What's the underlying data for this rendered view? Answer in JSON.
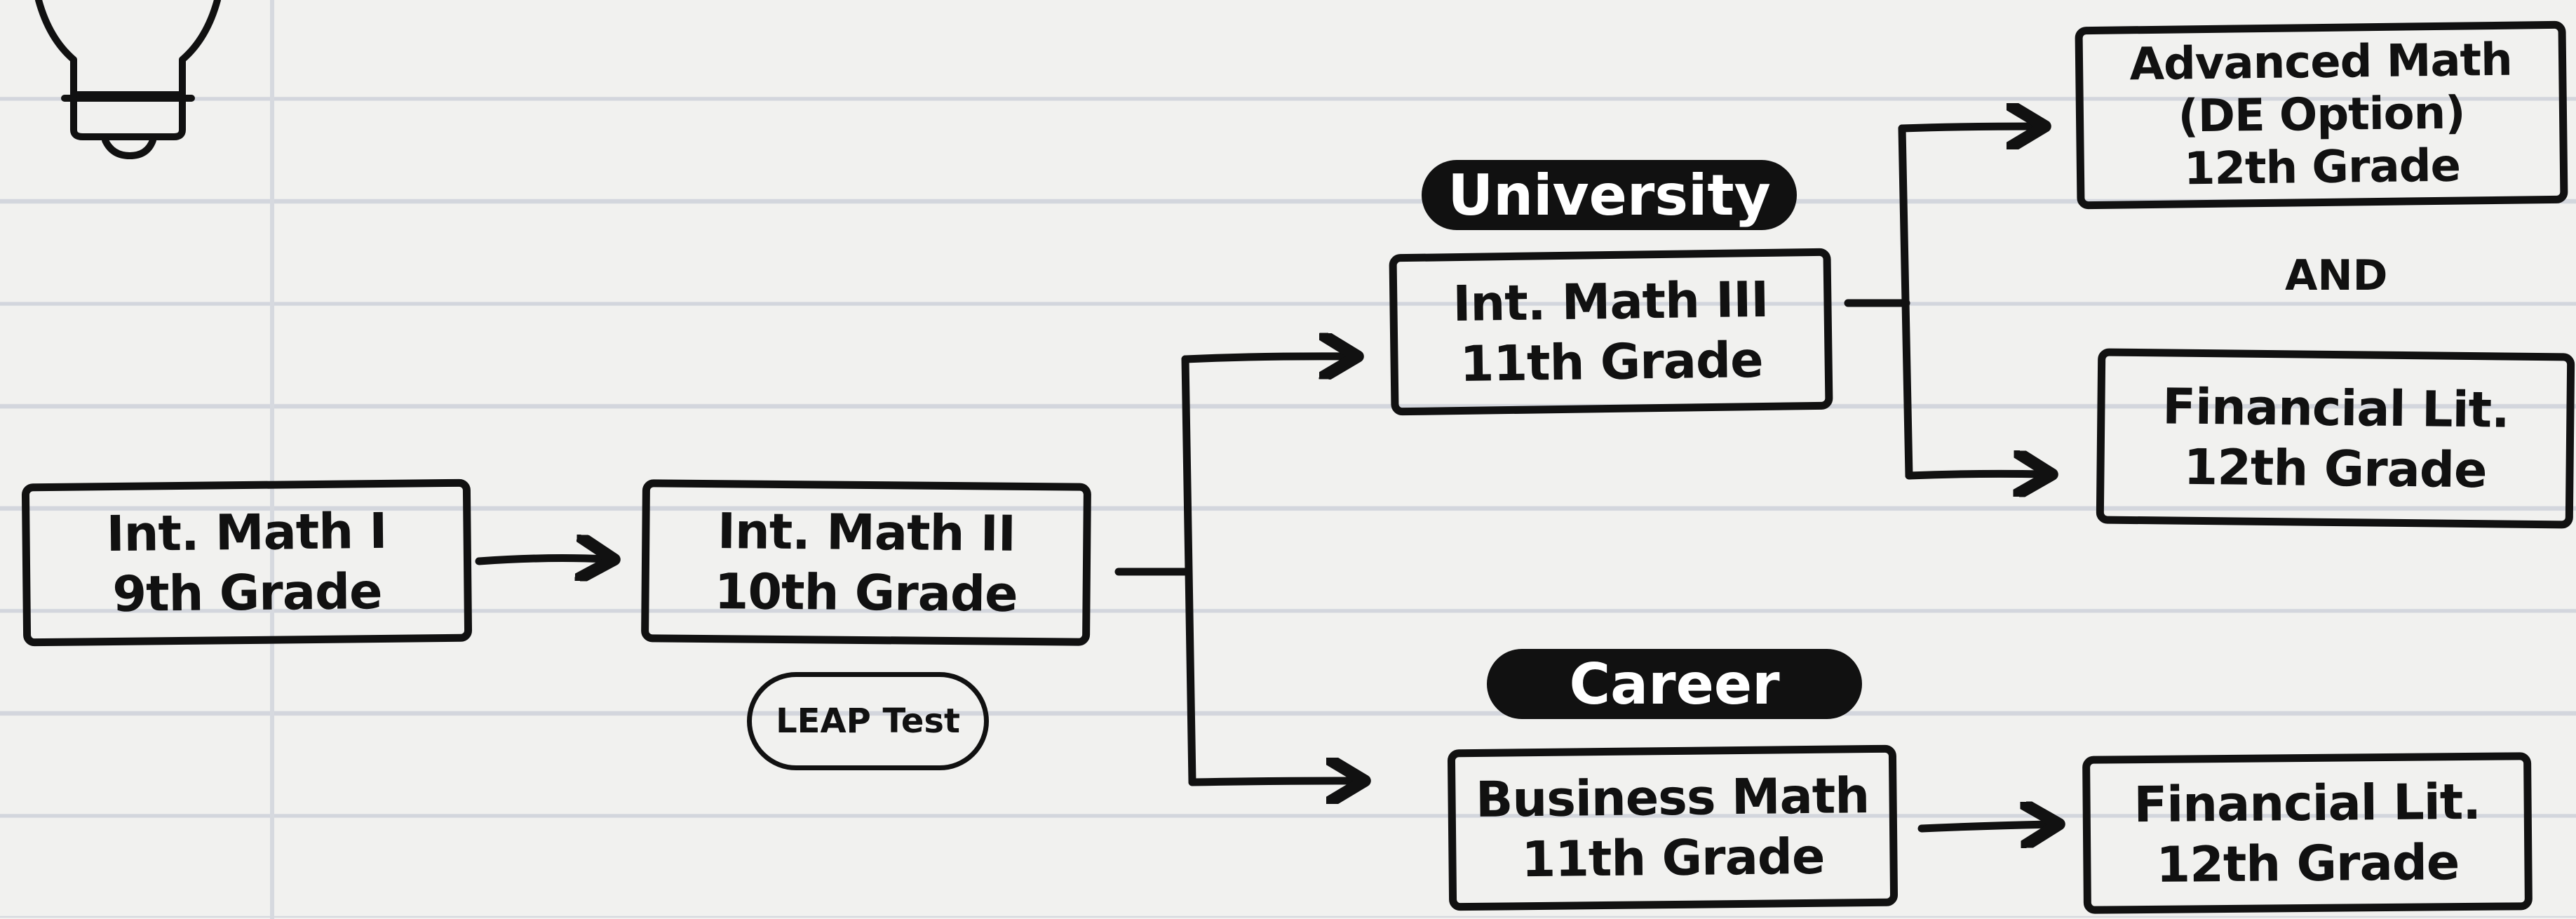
{
  "nodes": {
    "int_math_1": {
      "line1": "Int. Math I",
      "line2": "9th Grade"
    },
    "int_math_2": {
      "line1": "Int. Math II",
      "line2": "10th Grade"
    },
    "int_math_3": {
      "line1": "Int. Math III",
      "line2": "11th Grade"
    },
    "business_math": {
      "line1": "Business Math",
      "line2": "11th Grade"
    },
    "advanced_math": {
      "line1": "Advanced Math",
      "line2": "(DE Option)",
      "line3": "12th Grade"
    },
    "financial_lit_university": {
      "line1": "Financial Lit.",
      "line2": "12th Grade"
    },
    "financial_lit_career": {
      "line1": "Financial Lit.",
      "line2": "12th Grade"
    }
  },
  "labels": {
    "university": "University",
    "career": "Career",
    "leap_test": "LEAP Test",
    "and": "AND"
  },
  "icons": {
    "lightbulb": "lightbulb-icon"
  },
  "colors": {
    "ink": "#111111",
    "paper": "#f1f1ef",
    "rule_lines": "#d3d6dd"
  }
}
